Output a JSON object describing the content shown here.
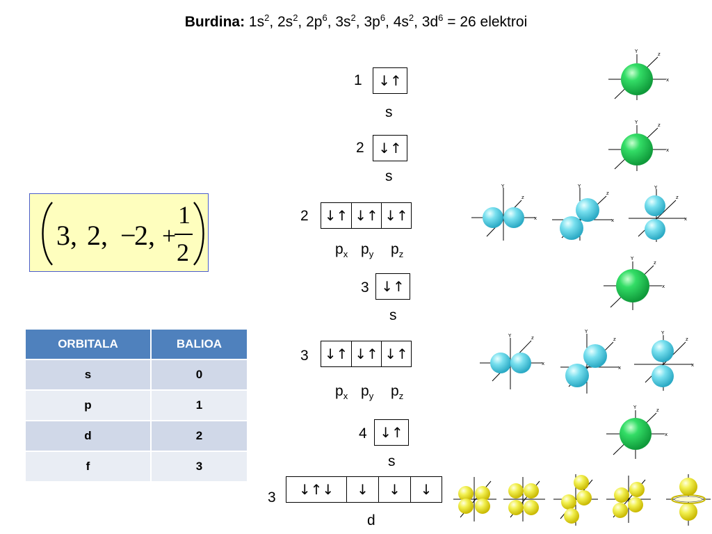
{
  "title": {
    "bold": "Burdina:",
    "parts": [
      {
        "base": " 1s",
        "sup": "2"
      },
      {
        "base": ", 2s",
        "sup": "2"
      },
      {
        "base": ", 2p",
        "sup": "6"
      },
      {
        "base": ", 3s",
        "sup": "2"
      },
      {
        "base": ", 3p",
        "sup": "6"
      },
      {
        "base": ", 4s",
        "sup": "2"
      },
      {
        "base": ", 3d",
        "sup": "6"
      }
    ],
    "suffix": " = 26 elektroi"
  },
  "formula": {
    "n": "3,",
    "l": "2,",
    "minus": "−",
    "ml": "2,",
    "plus": "+",
    "num": "1",
    "den": "2"
  },
  "table": {
    "headers": [
      "ORBITALA",
      "BALIOA"
    ],
    "rows": [
      [
        "s",
        "0"
      ],
      [
        "p",
        "1"
      ],
      [
        "d",
        "2"
      ],
      [
        "f",
        "3"
      ]
    ]
  },
  "levels": [
    {
      "n": "1",
      "cells": [
        "↓↑"
      ],
      "label": "s"
    },
    {
      "n": "2",
      "cells": [
        "↓↑"
      ],
      "label": "s"
    },
    {
      "n": "2",
      "cells": [
        "↓↑",
        "↓↑",
        "↓↑"
      ],
      "sub": [
        {
          "b": "p",
          "s": "x"
        },
        {
          "b": "p",
          "s": "y"
        },
        {
          "b": "p",
          "s": "z"
        }
      ]
    },
    {
      "n": "3",
      "cells": [
        "↓↑"
      ],
      "label": "s"
    },
    {
      "n": "3",
      "cells": [
        "↓↑",
        "↓↑",
        "↓↑"
      ],
      "sub": [
        {
          "b": "p",
          "s": "x"
        },
        {
          "b": "p",
          "s": "y"
        },
        {
          "b": "p",
          "s": "z"
        }
      ]
    },
    {
      "n": "4",
      "cells": [
        "↓↑"
      ],
      "label": "s"
    },
    {
      "n": "3",
      "cells": [
        "↓↑↓",
        "↓",
        "↓",
        "↓"
      ],
      "label": "d"
    }
  ],
  "axis_letters": {
    "x": "x",
    "y": "Y",
    "z": "z"
  },
  "colors": {
    "s_orbital": "#22cc55",
    "p_orbital": "#66ddee",
    "d_orbital": "#eeee44",
    "table_header": "#4f81bd",
    "table_row_odd": "#d0d8e8",
    "table_row_even": "#e9edf4",
    "formula_bg": "#fefebe",
    "formula_border": "#4a5ccc"
  }
}
